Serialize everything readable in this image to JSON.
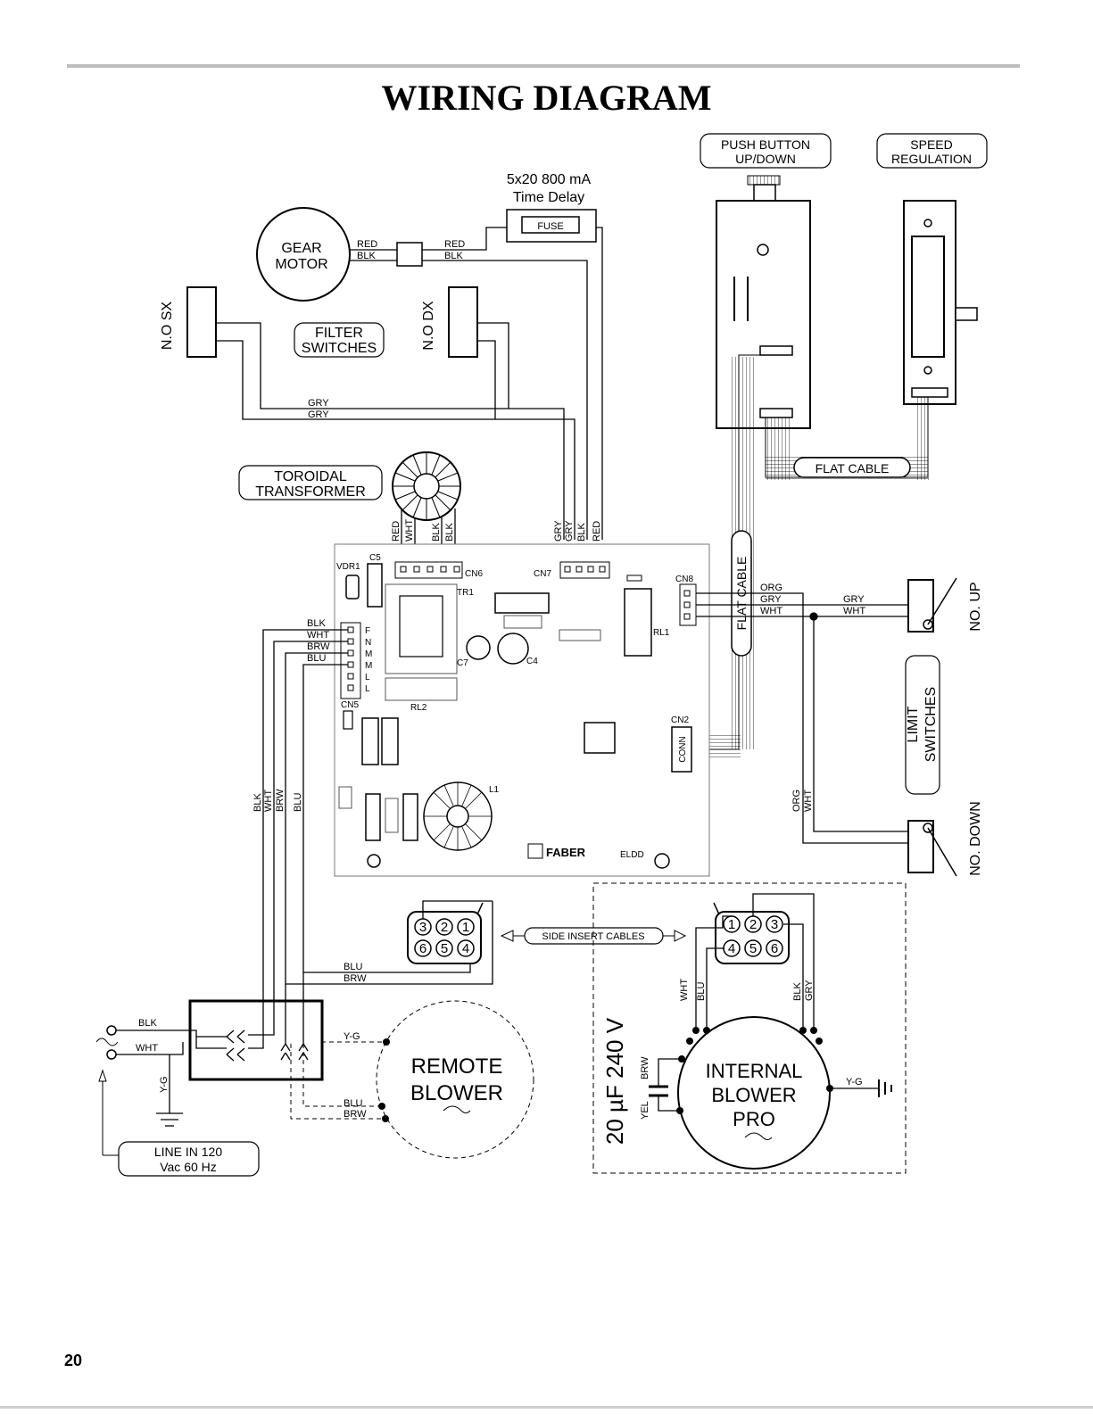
{
  "title": "WIRING DIAGRAM",
  "page_number": "20",
  "labels": {
    "push_button": [
      "PUSH BUTTON",
      "UP/DOWN"
    ],
    "speed_regulation": [
      "SPEED",
      "REGULATION"
    ],
    "fuse_spec": [
      "5x20 800 mA",
      "Time Delay"
    ],
    "fuse": "FUSE",
    "gear_motor": [
      "GEAR",
      "MOTOR"
    ],
    "filter_switches": [
      "FILTER",
      "SWITCHES"
    ],
    "no_sx": "N.O SX",
    "no_dx": "N.O DX",
    "toroidal_transformer": [
      "TOROIDAL",
      "TRANSFORMER"
    ],
    "flat_cable": "FLAT CABLE",
    "no_up": "NO. UP",
    "no_down": "NO. DOWN",
    "limit_switches": [
      "LIMIT",
      "SWITCHES"
    ],
    "side_insert_cables": "SIDE INSERT CABLES",
    "remote_blower": [
      "REMOTE",
      "BLOWER"
    ],
    "internal_blower": [
      "INTERNAL",
      "BLOWER",
      "PRO"
    ],
    "capacitor": "20 µF 240 V",
    "line_in": [
      "LINE IN 120",
      "Vac 60 Hz"
    ],
    "faber": "FABER",
    "eldd": "ELDD"
  },
  "components": {
    "vdr1": "VDR1",
    "c5": "C5",
    "cn6": "CN6",
    "cn7": "CN7",
    "cn8": "CN8",
    "tr1": "TR1",
    "rl1": "RL1",
    "rl2": "RL2",
    "c7": "C7",
    "c4": "C4",
    "cn5": "CN5",
    "cn2": "CN2",
    "conn": "CONN",
    "l1": "L1"
  },
  "wires": {
    "red": "RED",
    "blk": "BLK",
    "gry": "GRY",
    "wht": "WHT",
    "brw": "BRW",
    "blu": "BLU",
    "org": "ORG",
    "yg": "Y-G",
    "yel": "YEL"
  },
  "cn5_pins": [
    "F",
    "N",
    "M",
    "M",
    "L",
    "L"
  ],
  "connector_pins": {
    "left_top": [
      "3",
      "2",
      "1"
    ],
    "left_bottom": [
      "6",
      "5",
      "4"
    ],
    "right_top": [
      "1",
      "2",
      "3"
    ],
    "right_bottom": [
      "4",
      "5",
      "6"
    ]
  }
}
